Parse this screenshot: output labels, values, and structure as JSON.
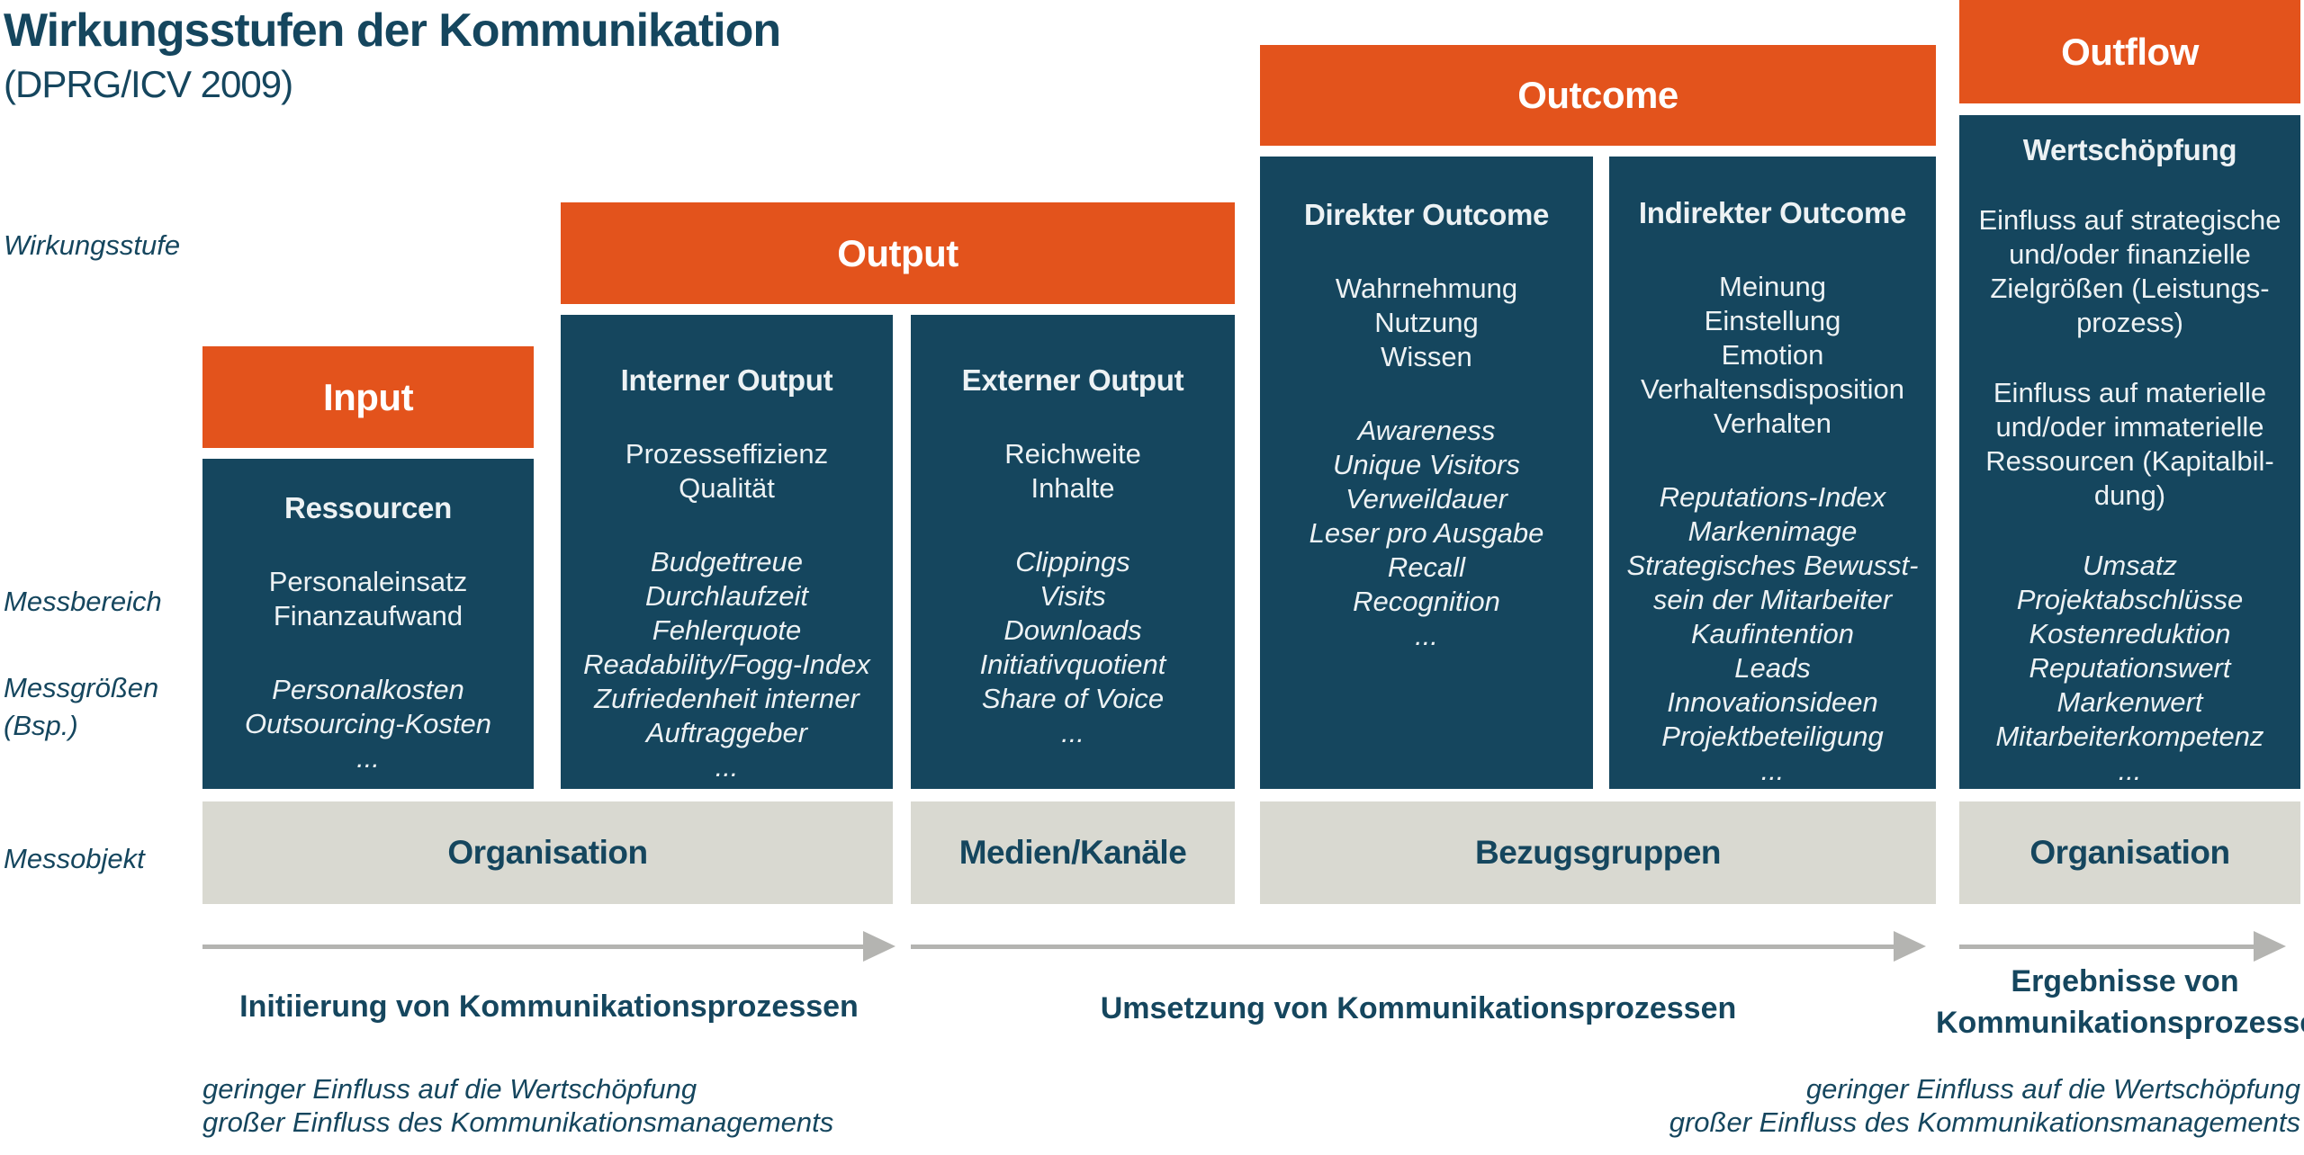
{
  "title": "Wirkungsstufen der Kommunikation",
  "subtitle": "(DPRG/ICV 2009)",
  "row_labels": {
    "wirkungsstufe": "Wirkungsstufe",
    "messbereich": "Messbereich",
    "messgroessen": [
      "Messgrößen",
      "(Bsp.)"
    ],
    "messobjekt": "Messobjekt"
  },
  "stages": {
    "input": "Input",
    "output": "Output",
    "outcome": "Outcome",
    "outflow": "Outflow"
  },
  "boxes": {
    "input": {
      "title": "Ressourcen",
      "measures": [
        "Personaleinsatz",
        "Finanzaufwand"
      ],
      "examples": [
        "Personalkosten",
        "Outsourcing-Kosten",
        "..."
      ]
    },
    "interner_output": {
      "title": "Interner Output",
      "measures": [
        "Prozesseffizienz",
        "Qualität"
      ],
      "examples": [
        "Budgettreue",
        "Durchlaufzeit",
        "Fehlerquote",
        "Readability/Fogg-Index",
        "Zufriedenheit interner",
        "Auftraggeber",
        "..."
      ]
    },
    "externer_output": {
      "title": "Externer Output",
      "measures": [
        "Reichweite",
        "Inhalte"
      ],
      "examples": [
        "Clippings",
        "Visits",
        "Downloads",
        "Initiativquotient",
        "Share of Voice",
        "..."
      ]
    },
    "direkter_outcome": {
      "title": "Direkter Outcome",
      "measures": [
        "Wahrnehmung",
        "Nutzung",
        "Wissen"
      ],
      "examples": [
        "Awareness",
        "Unique Visitors",
        "Verweildauer",
        "Leser pro Ausgabe",
        "Recall",
        "Recognition",
        "..."
      ]
    },
    "indirekter_outcome": {
      "title": "Indirekter Outcome",
      "measures": [
        "Meinung",
        "Einstellung",
        "Emotion",
        "Verhaltensdisposition",
        "Verhalten"
      ],
      "examples": [
        "Reputations-Index",
        "Markenimage",
        "Strategisches Bewusst-",
        "sein der Mitarbeiter",
        "Kaufintention",
        "Leads",
        "Innovationsideen",
        "Projektbeteiligung",
        "..."
      ]
    },
    "outflow": {
      "title": "Wertschöpfung",
      "measures_1": [
        "Einfluss auf strategische",
        "und/oder finanzielle",
        "Zielgrößen (Leistungs-",
        "prozess)"
      ],
      "measures_2": [
        "Einfluss auf materielle",
        "und/oder immaterielle",
        "Ressourcen (Kapitalbil-",
        "dung)"
      ],
      "examples": [
        "Umsatz",
        "Projektabschlüsse",
        "Kostenreduktion",
        "Reputationswert",
        "Markenwert",
        "Mitarbeiterkompetenz",
        "..."
      ]
    }
  },
  "measure_objects": {
    "organisation_1": "Organisation",
    "medien_kanaele": "Medien/Kanäle",
    "bezugsgruppen": "Bezugsgruppen",
    "organisation_2": "Organisation"
  },
  "process_labels": {
    "initiierung": "Initiierung von Kommunikationsprozessen",
    "umsetzung": "Umsetzung von Kommunikationsprozessen",
    "ergebnisse": [
      "Ergebnisse von",
      "Kommunikationsprozessen"
    ]
  },
  "footnotes": {
    "left": [
      "geringer Einfluss auf die Wertschöpfung",
      "großer Einfluss des Kommunikationsmanagements"
    ],
    "right": [
      "geringer Einfluss auf die Wertschöpfung",
      "großer Einfluss des Kommunikationsmanagements"
    ]
  },
  "colors": {
    "orange": "#E3531C",
    "teal": "#15465E",
    "gray": "#D9D9D1",
    "arrow": "#B4B4B1",
    "boxtext": "#EDF2F4"
  }
}
